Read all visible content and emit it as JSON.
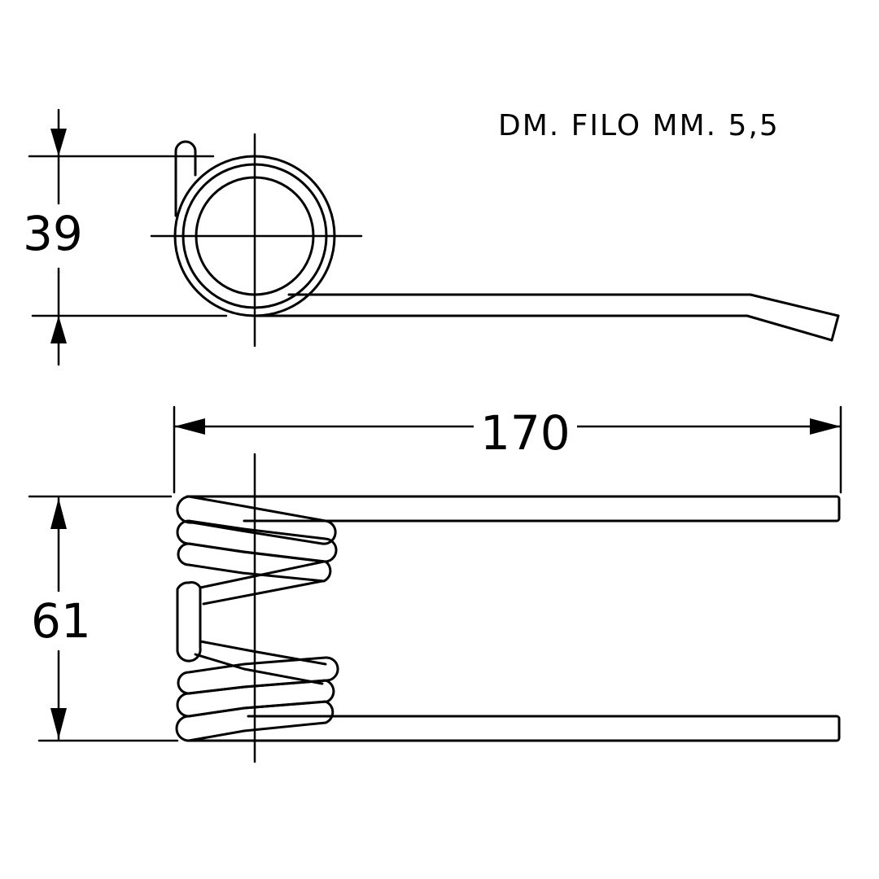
{
  "note": "DM. FILO MM. 5,5",
  "dimensions": {
    "height_top_view": "39",
    "length": "170",
    "height_side_view": "61"
  }
}
